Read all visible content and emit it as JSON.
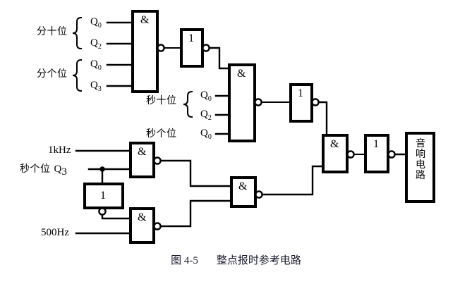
{
  "figure": {
    "caption_number": "图 4-5",
    "caption_title": "整点报时参考电路",
    "background_color": "#ffffff",
    "line_color": "#000000"
  },
  "labels": {
    "minute_tens": "分十位",
    "minute_units": "分个位",
    "second_tens": "秒十位",
    "second_units": "秒个位",
    "clock_1khz": "1kHz",
    "clock_500hz": "500Hz",
    "second_units_q3_prefix": "秒个位",
    "audio_circuit_chars": [
      "音",
      "响",
      "电",
      "路"
    ],
    "audio_circuit_text": "音响电路"
  },
  "signals": {
    "q0": "Q",
    "q0_sub": "0",
    "q2": "Q",
    "q2_sub": "2",
    "q3": "Q",
    "q3_sub": "3"
  },
  "gates": {
    "and_symbol": "&",
    "inverter_symbol": "1",
    "list": [
      {
        "id": "nand-minute",
        "symbol": "&",
        "type": "nand",
        "inputs": 4
      },
      {
        "id": "inv-minute",
        "symbol": "1",
        "type": "inverter",
        "inputs": 1
      },
      {
        "id": "nand-second",
        "symbol": "&",
        "type": "nand",
        "inputs": 4
      },
      {
        "id": "inv-second",
        "symbol": "1",
        "type": "inverter",
        "inputs": 1
      },
      {
        "id": "nand-1khz",
        "symbol": "&",
        "type": "nand",
        "inputs": 2
      },
      {
        "id": "inv-q3",
        "symbol": "1",
        "type": "inverter",
        "inputs": 1
      },
      {
        "id": "nand-500hz",
        "symbol": "&",
        "type": "nand",
        "inputs": 2
      },
      {
        "id": "nand-tone-mix",
        "symbol": "&",
        "type": "nand",
        "inputs": 2
      },
      {
        "id": "nand-output",
        "symbol": "&",
        "type": "nand",
        "inputs": 2
      },
      {
        "id": "inv-output",
        "symbol": "1",
        "type": "inverter",
        "inputs": 1
      }
    ]
  },
  "input_pins": {
    "minute_tens_pins": [
      "Q0",
      "Q2"
    ],
    "minute_units_pins": [
      "Q0",
      "Q3"
    ],
    "second_tens_pins": [
      "Q0",
      "Q2"
    ],
    "second_units_pins": [
      "Q0"
    ],
    "tone_inputs": [
      "1kHz",
      "500Hz"
    ],
    "gate_signal": "秒个位 Q3"
  }
}
